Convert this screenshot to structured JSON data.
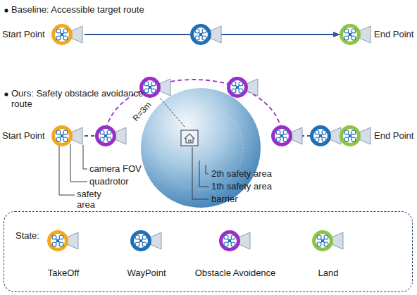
{
  "diagram": {
    "nodes": [
      {
        "text": [
          "Start Point"
        ]
      },
      {
        "text": [
          "End Point"
        ]
      },
      {
        "text": [
          "Start Point"
        ]
      },
      {
        "text": [
          "End Point"
        ]
      },
      {
        "text": [
          "State:"
        ]
      }
    ],
    "edges": [
      {
        "from": 0,
        "to": 1,
        "arrow": "to"
      },
      {
        "from": 2,
        "to": 3,
        "arrow": "none"
      }
    ],
    "labels": [
      "Baseline: Accessible target route",
      "Ours: Safety obstacle avoidance route",
      "R=3m",
      "camera FOV",
      "quadrotor",
      "safety area",
      "2th safety area",
      "1th safety area",
      "barrier"
    ],
    "legend": [
      {
        "text": "TakeOff"
      },
      {
        "text": "WayPoint"
      },
      {
        "text": "Obstacle Avoidence"
      },
      {
        "text": "Land"
      }
    ]
  }
}
